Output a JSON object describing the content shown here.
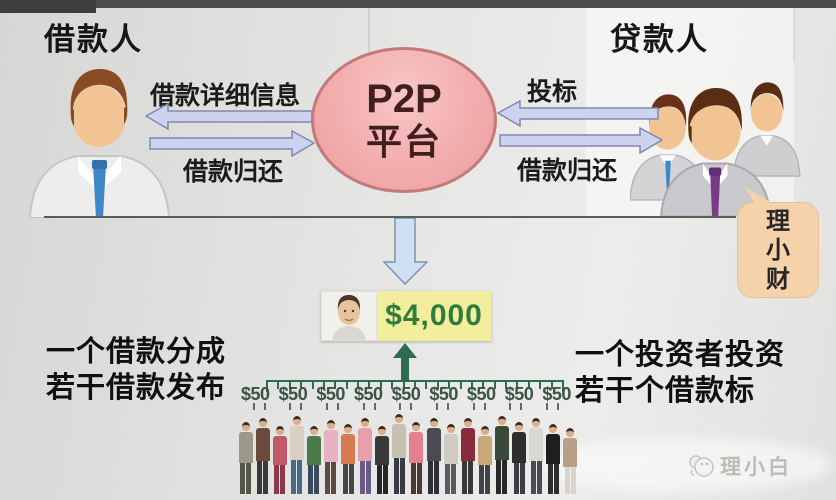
{
  "titles": {
    "borrower": "借款人",
    "lender": "贷款人"
  },
  "platform": {
    "line1": "P2P",
    "line2": "平台"
  },
  "left_flows": {
    "top_label": "借款详细信息",
    "bottom_label": "借款归还"
  },
  "right_flows": {
    "top_label": "投标",
    "bottom_label": "借款归还"
  },
  "loan_box": {
    "amount": "$4,000"
  },
  "captions": {
    "left_line1": "一个借款分成",
    "left_line2": "若干借款发布",
    "right_line1": "一个投资者投资",
    "right_line2": "若干个借款标"
  },
  "split": {
    "amounts": [
      "$50",
      "$50",
      "$50",
      "$50",
      "$50",
      "$50",
      "$50",
      "$50",
      "$50"
    ],
    "bracket_tick_count": 27
  },
  "bubble": {
    "chars": [
      "理",
      "小",
      "财"
    ]
  },
  "watermark": {
    "text": "理小白"
  },
  "colors": {
    "platform_fill": "#f2abab",
    "platform_border": "#c47a7a",
    "arrow_fill": "#cdd3ef",
    "arrow_stroke": "#8088b0",
    "down_arrow_fill": "#cfe0f2",
    "down_arrow_stroke": "#7e93ad",
    "amount_bg": "#f2ee9e",
    "amount_text": "#2f7d3a",
    "split_green": "#2e6b52",
    "bubble_bg": "#f6d2ab"
  },
  "crowd": {
    "people": [
      {
        "shirt": "#9a9a88",
        "pants": "#55554b",
        "h": 74
      },
      {
        "shirt": "#6a4a3a",
        "pants": "#3a3a3a",
        "h": 78
      },
      {
        "shirt": "#c05a6a",
        "pants": "#8a3a4a",
        "h": 70
      },
      {
        "shirt": "#d8d0c0",
        "pants": "#4a6a8a",
        "h": 80
      },
      {
        "shirt": "#4a7a4a",
        "pants": "#3a4a5a",
        "h": 70
      },
      {
        "shirt": "#e8b0c0",
        "pants": "#5a4a42",
        "h": 76
      },
      {
        "shirt": "#d87a50",
        "pants": "#464646",
        "h": 72
      },
      {
        "shirt": "#e8a0a8",
        "pants": "#6a5a8a",
        "h": 78
      },
      {
        "shirt": "#3a3a3a",
        "pants": "#262626",
        "h": 70
      },
      {
        "shirt": "#c8c0b0",
        "pants": "#3a3a44",
        "h": 82
      },
      {
        "shirt": "#e08090",
        "pants": "#4a3a3a",
        "h": 74
      },
      {
        "shirt": "#4a4a52",
        "pants": "#2e2e34",
        "h": 78
      },
      {
        "shirt": "#d0ccc4",
        "pants": "#5a5a62",
        "h": 72
      },
      {
        "shirt": "#8a2a3a",
        "pants": "#383838",
        "h": 78
      },
      {
        "shirt": "#caa87a",
        "pants": "#42424a",
        "h": 70
      },
      {
        "shirt": "#3a4a3a",
        "pants": "#282828",
        "h": 80
      },
      {
        "shirt": "#2e2e2e",
        "pants": "#3c3c44",
        "h": 74
      },
      {
        "shirt": "#d8d8d0",
        "pants": "#4a4a52",
        "h": 78
      },
      {
        "shirt": "#1e1e1e",
        "pants": "#2e2e2e",
        "h": 72
      },
      {
        "shirt": "#b8a088",
        "pants": "#d8d4cc",
        "h": 68
      }
    ]
  }
}
